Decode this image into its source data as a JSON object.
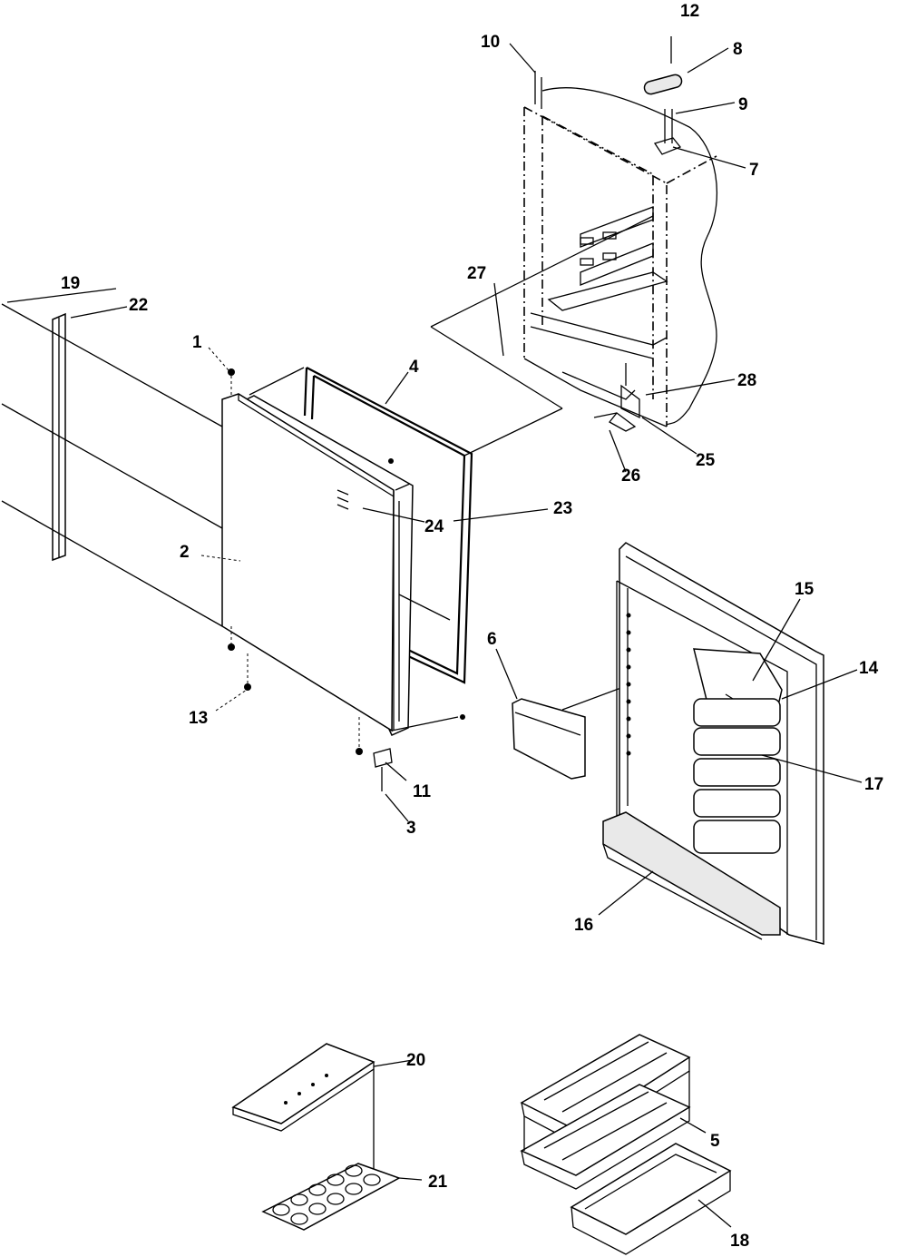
{
  "callouts": [
    {
      "id": "c1",
      "text": "1"
    },
    {
      "id": "c2",
      "text": "2"
    },
    {
      "id": "c3",
      "text": "3"
    },
    {
      "id": "c4",
      "text": "4"
    },
    {
      "id": "c5",
      "text": "5"
    },
    {
      "id": "c6",
      "text": "6"
    },
    {
      "id": "c7",
      "text": "7"
    },
    {
      "id": "c8",
      "text": "8"
    },
    {
      "id": "c9",
      "text": "9"
    },
    {
      "id": "c10",
      "text": "10"
    },
    {
      "id": "c11",
      "text": "11"
    },
    {
      "id": "c12",
      "text": "12"
    },
    {
      "id": "c13",
      "text": "13"
    },
    {
      "id": "c14",
      "text": "14"
    },
    {
      "id": "c15",
      "text": "15"
    },
    {
      "id": "c16",
      "text": "16"
    },
    {
      "id": "c17",
      "text": "17"
    },
    {
      "id": "c18",
      "text": "18"
    },
    {
      "id": "c19",
      "text": "19"
    },
    {
      "id": "c20",
      "text": "20"
    },
    {
      "id": "c21",
      "text": "21"
    },
    {
      "id": "c22",
      "text": "22"
    },
    {
      "id": "c23",
      "text": "23"
    },
    {
      "id": "c24",
      "text": "24"
    },
    {
      "id": "c25",
      "text": "25"
    },
    {
      "id": "c26",
      "text": "26"
    },
    {
      "id": "c27",
      "text": "27"
    },
    {
      "id": "c28",
      "text": "28"
    }
  ]
}
